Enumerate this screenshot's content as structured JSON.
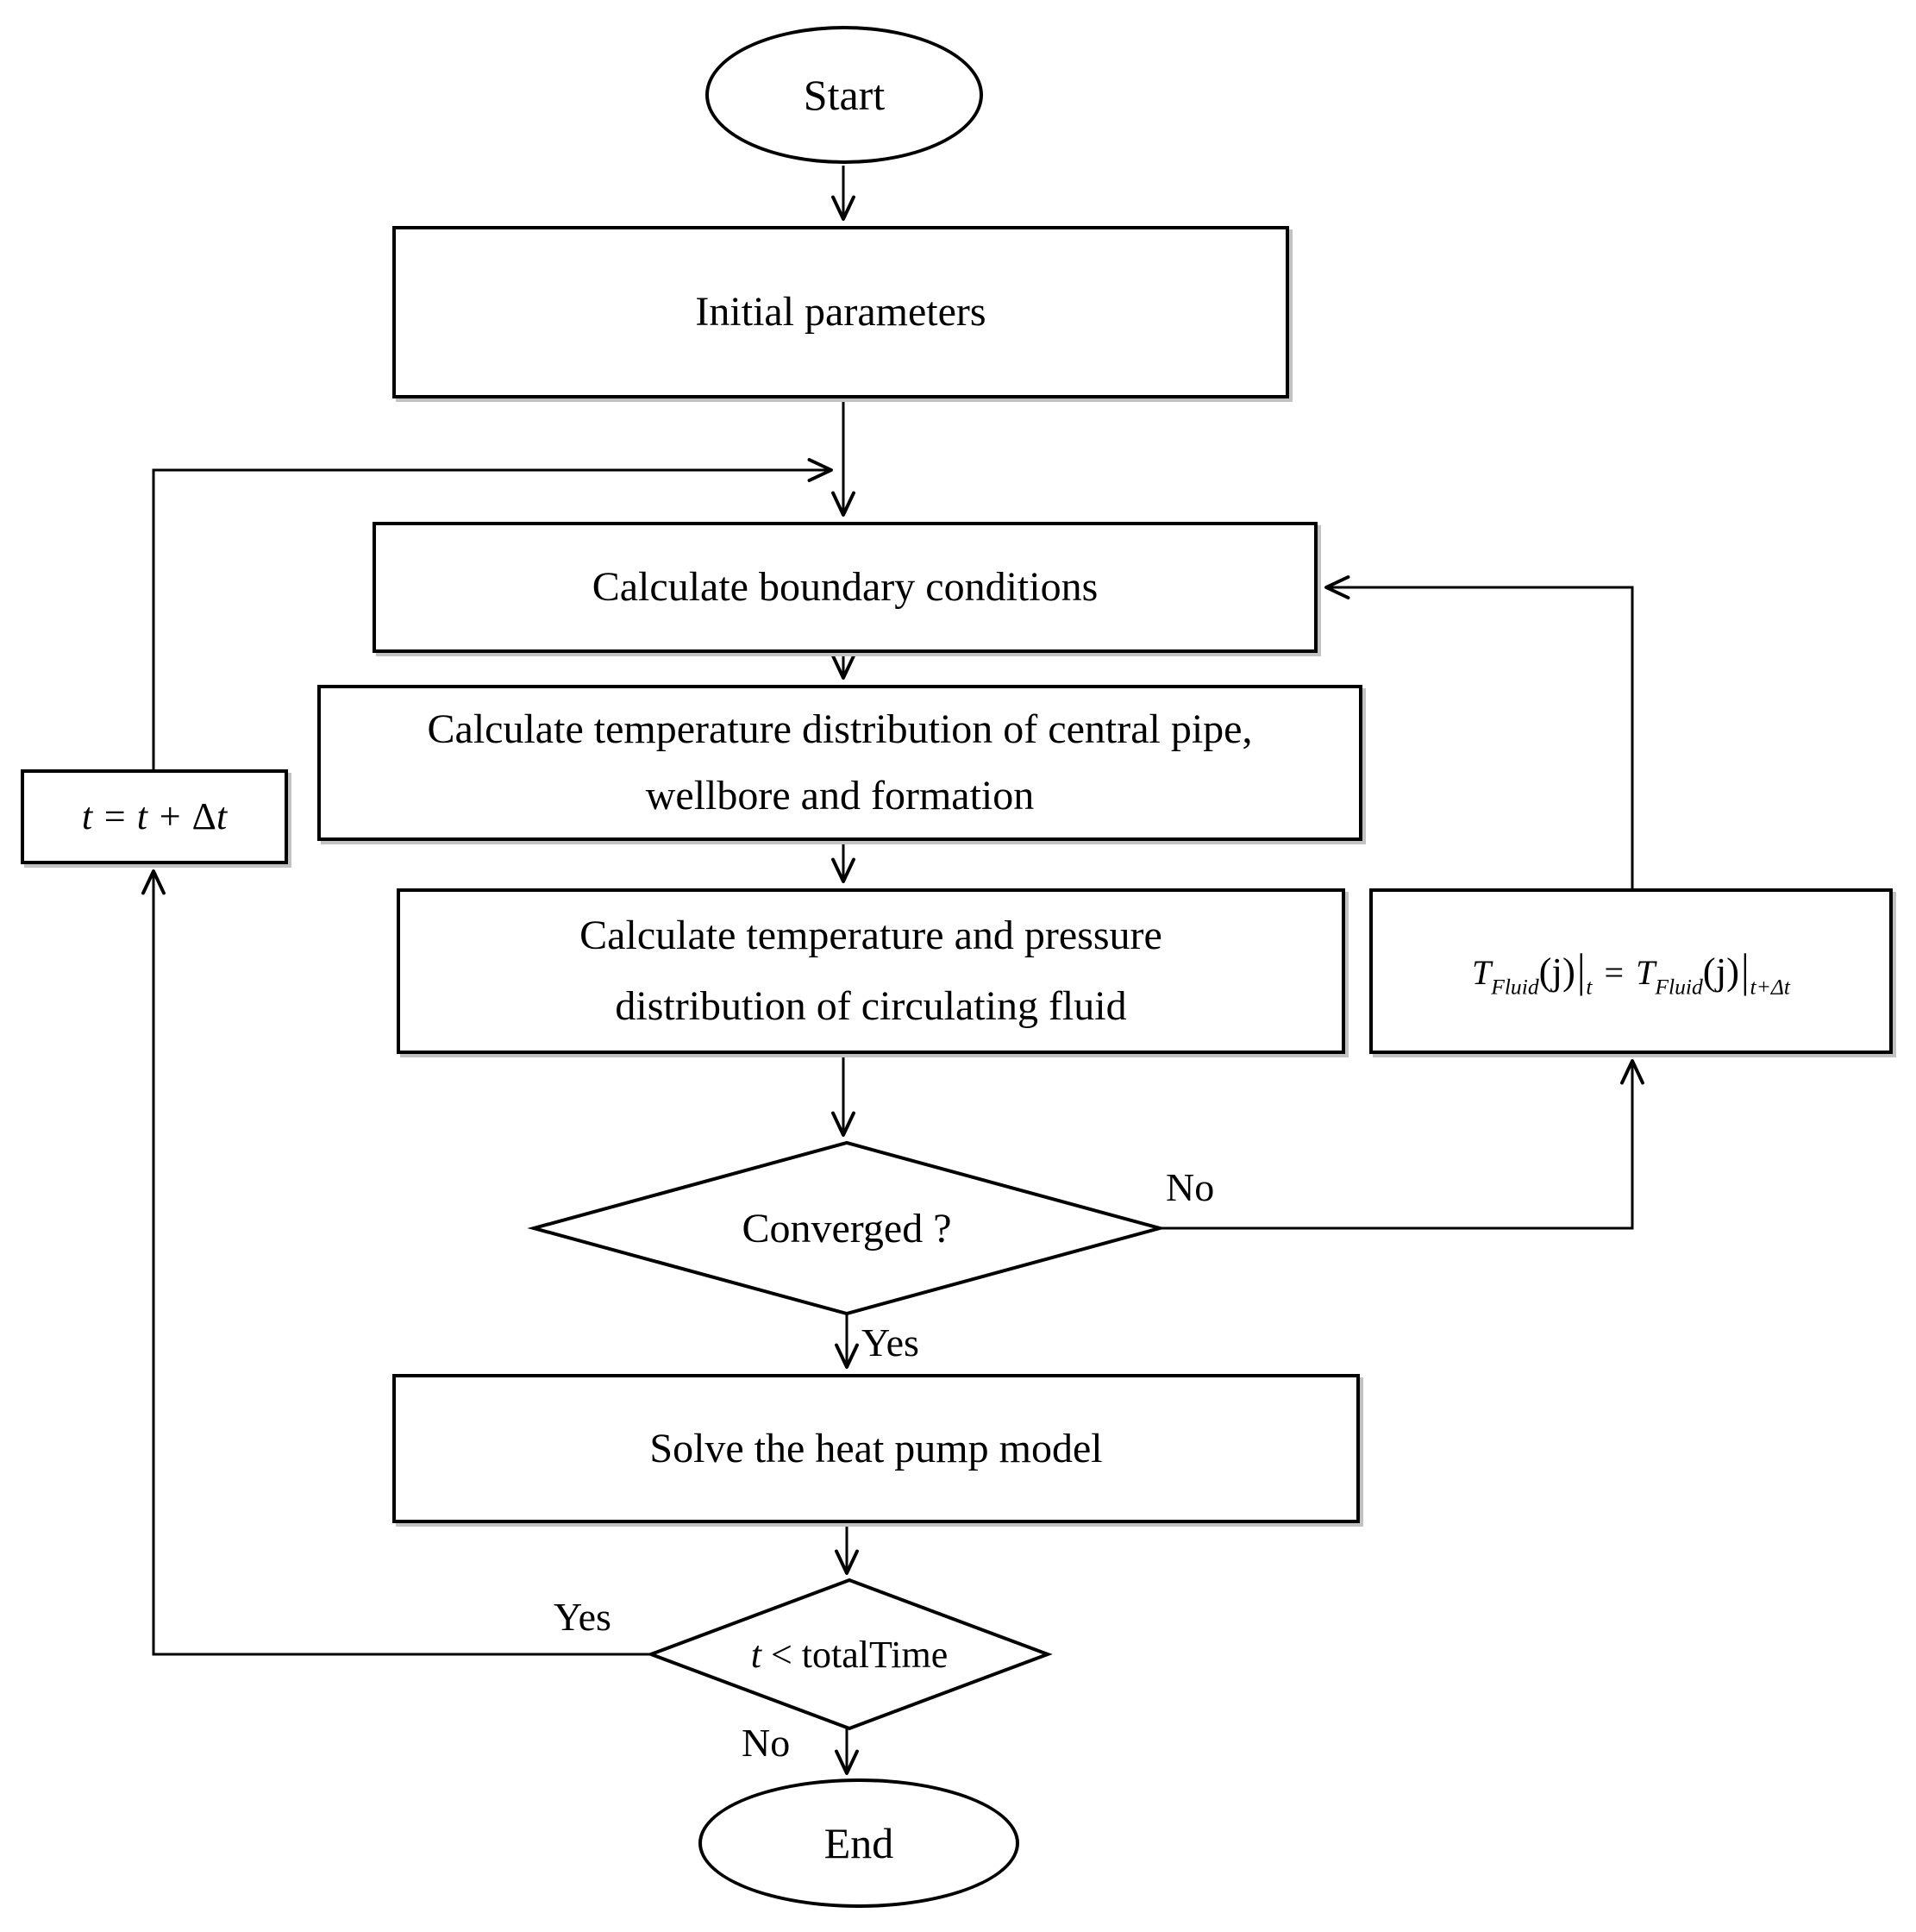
{
  "diagram": {
    "background_color": "#ffffff",
    "stroke_color": "#000000",
    "shadow_color": "#c2c2c2",
    "nodes": {
      "start": {
        "type": "terminator",
        "label": "Start"
      },
      "initial_params": {
        "type": "process",
        "label": "Initial parameters"
      },
      "calc_boundary": {
        "type": "process",
        "label": "Calculate boundary conditions"
      },
      "calc_temp_dist": {
        "type": "process",
        "label": "Calculate temperature distribution of central pipe, wellbore and formation"
      },
      "calc_fluid": {
        "type": "process",
        "label": "Calculate temperature and pressure distribution of circulating fluid"
      },
      "converged": {
        "type": "decision",
        "label": "Converged ?"
      },
      "tfluid_update": {
        "type": "process",
        "formula": {
          "lhs_T": "T",
          "lhs_sub": "Fluid",
          "lhs_arg": "(j)",
          "lhs_bar": "|",
          "lhs_t": "t",
          "equals": "=",
          "rhs_T": "T",
          "rhs_sub": "Fluid",
          "rhs_arg": "(j)",
          "rhs_bar": "|",
          "rhs_t": "t+Δt"
        }
      },
      "solve_heat_pump": {
        "type": "process",
        "label": "Solve the heat pump model"
      },
      "time_check": {
        "type": "decision",
        "var": "t",
        "rest": " < totalTime"
      },
      "time_increment": {
        "type": "process",
        "prefix": "t = t + ",
        "delta": "Δ",
        "suffix": "t"
      }
    },
    "edge_labels": {
      "converged_no": "No",
      "converged_yes": "Yes",
      "time_yes": "Yes",
      "time_no": "No"
    }
  }
}
